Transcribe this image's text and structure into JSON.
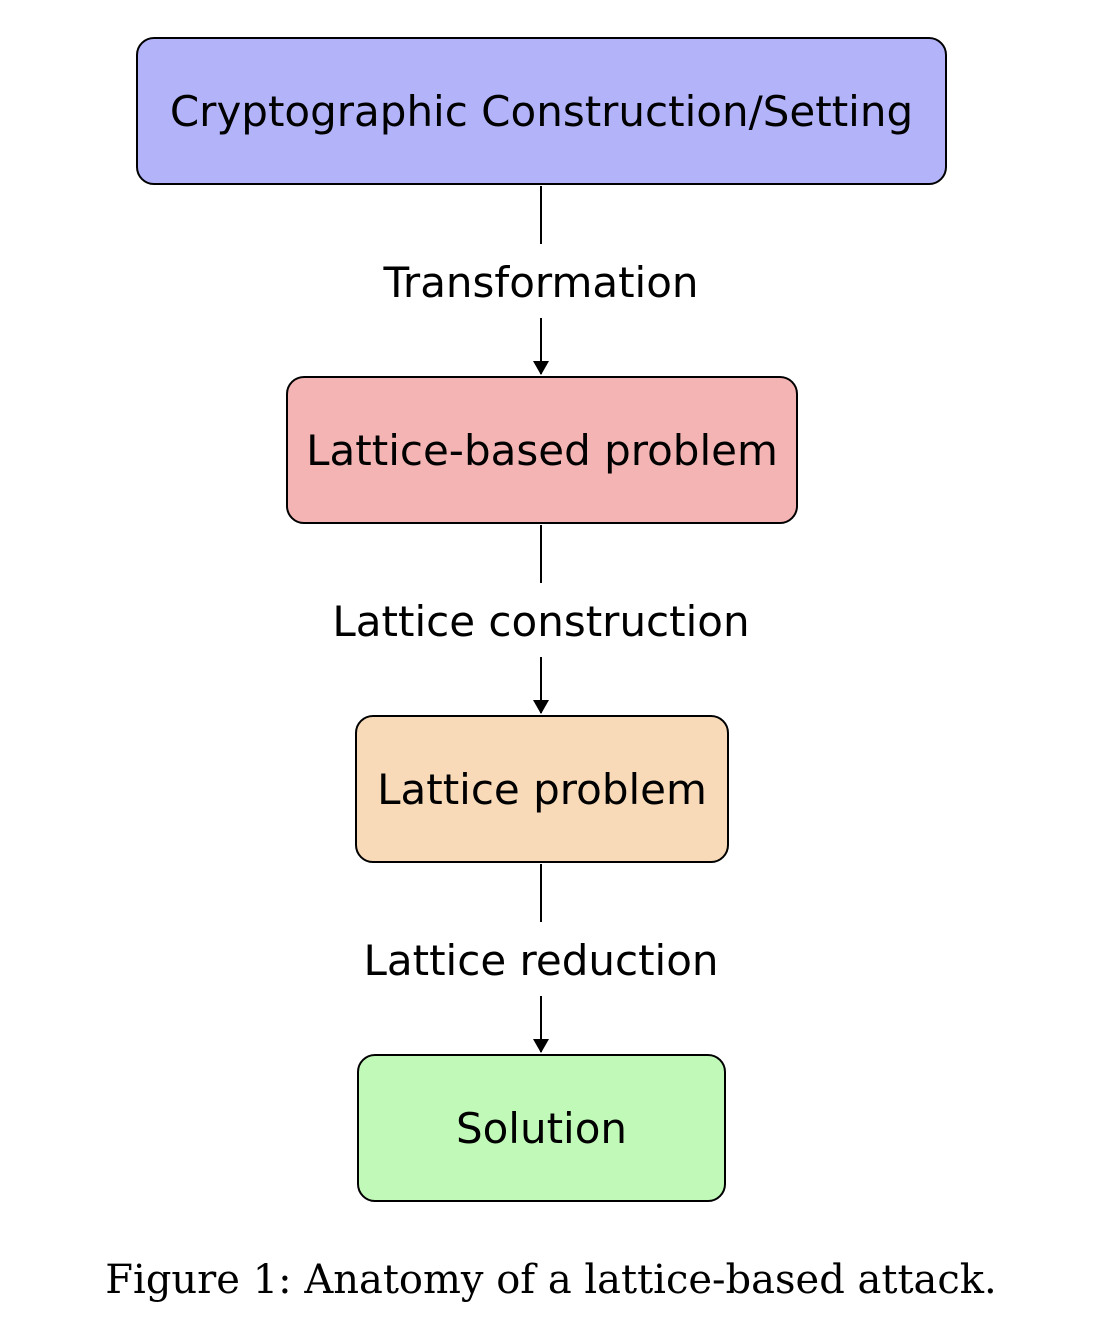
{
  "diagram": {
    "nodes": [
      {
        "id": "construction",
        "label": "Cryptographic Construction/Setting",
        "fill": "#b3b3fa"
      },
      {
        "id": "lattice-based-problem",
        "label": "Lattice-based problem",
        "fill": "#f4b4b4"
      },
      {
        "id": "lattice-problem",
        "label": "Lattice problem",
        "fill": "#f8dab8"
      },
      {
        "id": "solution",
        "label": "Solution",
        "fill": "#c1fab8"
      }
    ],
    "edges": [
      {
        "from": "construction",
        "to": "lattice-based-problem",
        "label": "Transformation"
      },
      {
        "from": "lattice-based-problem",
        "to": "lattice-problem",
        "label": "Lattice construction"
      },
      {
        "from": "lattice-problem",
        "to": "solution",
        "label": "Lattice reduction"
      }
    ],
    "edge_color": "#000000"
  },
  "caption": "Figure 1: Anatomy of a lattice-based attack."
}
